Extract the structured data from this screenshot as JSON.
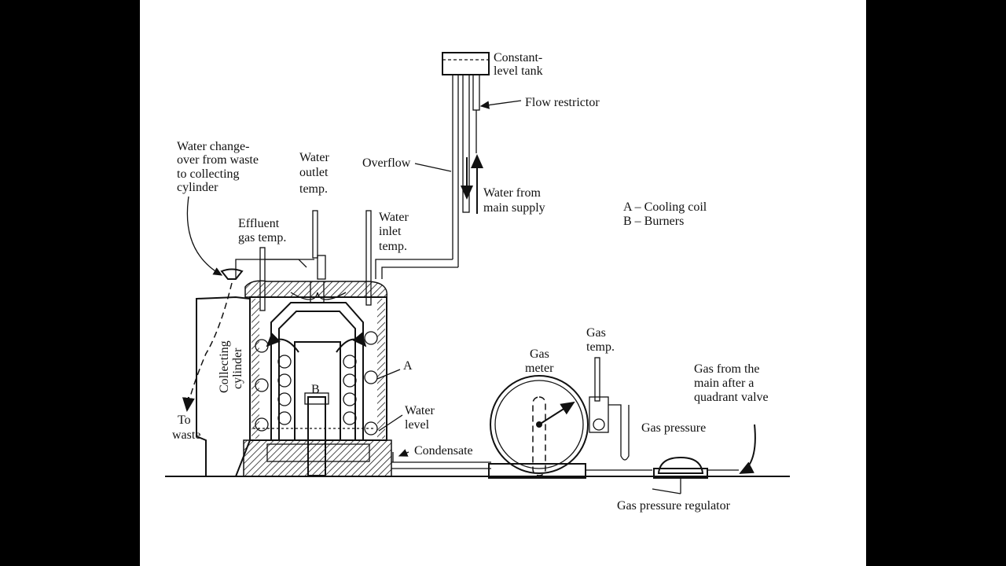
{
  "labels": {
    "constant_level_tank": [
      "Constant-",
      "level tank"
    ],
    "flow_restrictor": "Flow restrictor",
    "water_changeover": [
      "Water change-",
      "over from waste",
      "to collecting",
      "cylinder"
    ],
    "water_outlet_temp": [
      "Water",
      "outlet",
      "temp."
    ],
    "overflow": "Overflow",
    "water_from_main": [
      "Water from",
      "main supply"
    ],
    "legend": [
      "A – Cooling coil",
      "B – Burners"
    ],
    "effluent_gas_temp": [
      "Effluent",
      "gas temp."
    ],
    "water_inlet_temp": [
      "Water",
      "inlet",
      "temp."
    ],
    "marker_a": "A",
    "marker_b": "B",
    "water_level": [
      "Water",
      "level"
    ],
    "condensate": "Condensate",
    "to_waste": [
      "To",
      "waste"
    ],
    "collecting_cylinder": [
      "Collecting",
      "cylinder"
    ],
    "gas_meter": [
      "Gas",
      "meter"
    ],
    "gas_temp": [
      "Gas",
      "temp."
    ],
    "gas_from_main": [
      "Gas from the",
      "main after a",
      "quadrant valve"
    ],
    "gas_pressure": "Gas pressure",
    "gas_pressure_regulator": "Gas pressure regulator"
  },
  "colors": {
    "background_bars": "#000000",
    "paper": "#ffffff",
    "ink": "#111111"
  }
}
